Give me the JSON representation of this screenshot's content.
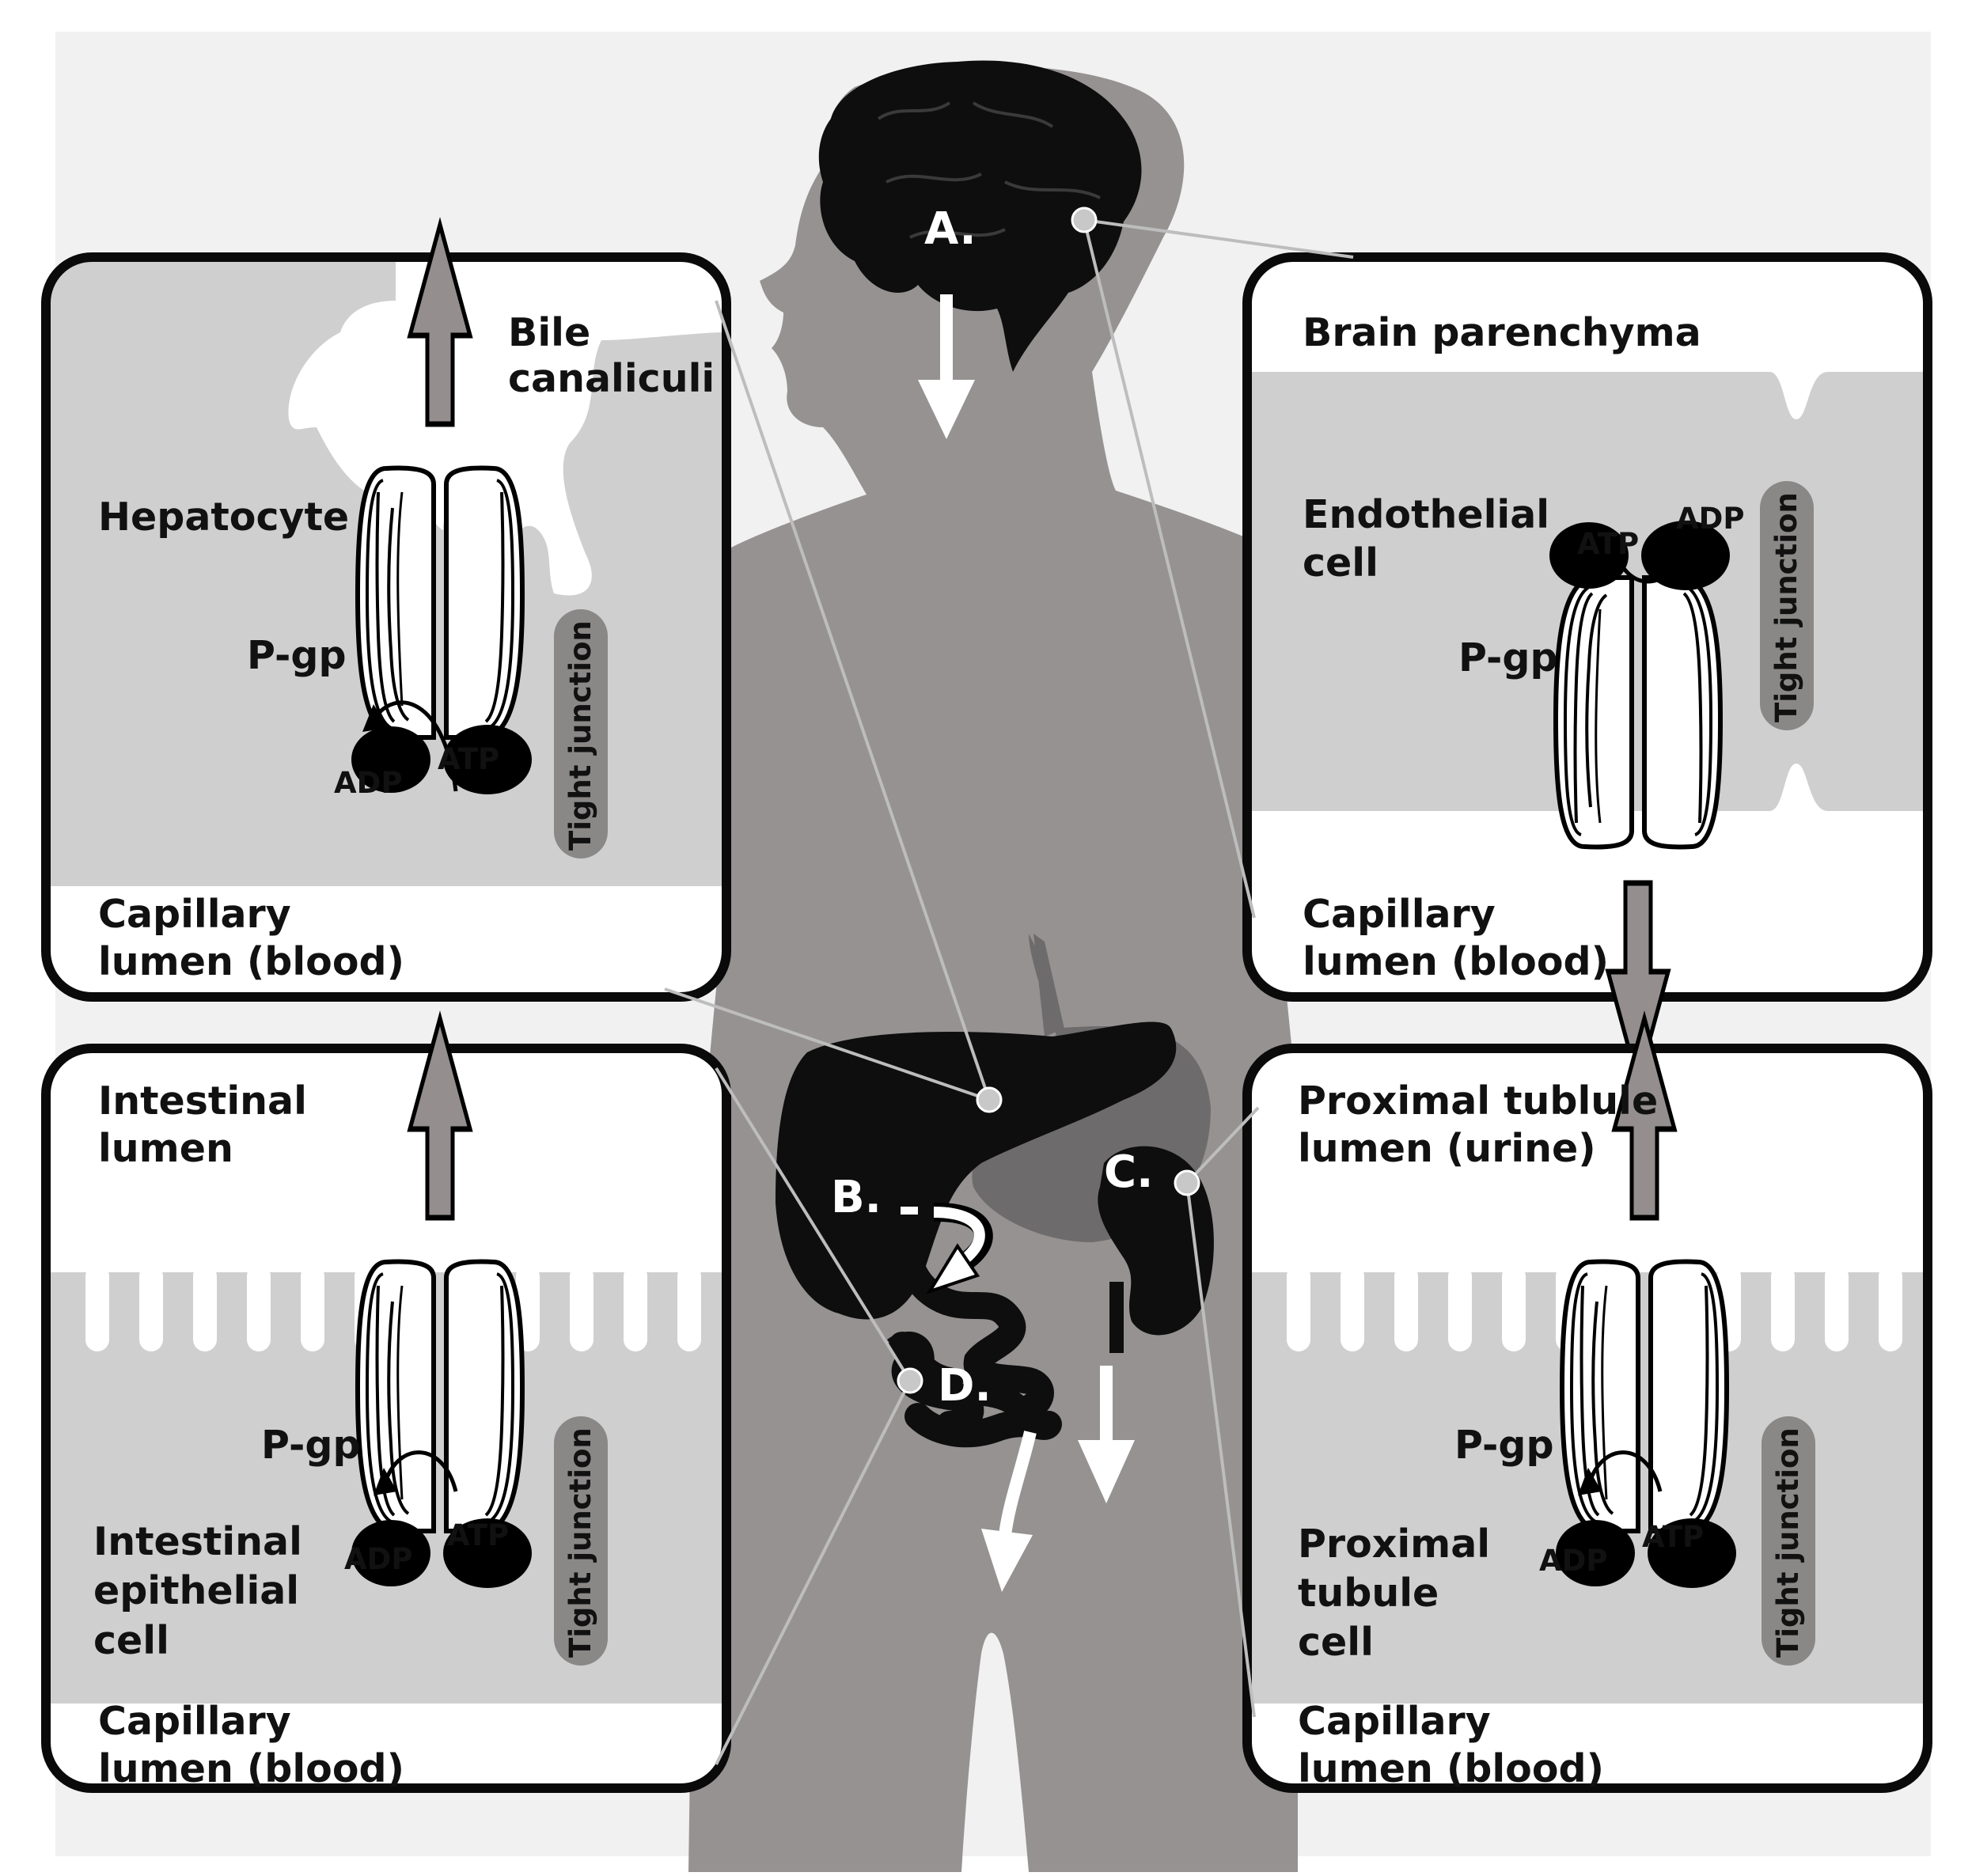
{
  "colors": {
    "background": "#f1f1f1",
    "body": "#969292",
    "organ": "#0e0e0e",
    "cell": "#cfcfcf",
    "panel_border": "#0a0a0a",
    "arrow": "#948e8e",
    "connector": "#bdbdbd",
    "tight_junction": "#8a8787"
  },
  "markers": {
    "a": "A.",
    "b": "B.",
    "c": "C.",
    "d": "D."
  },
  "panels": {
    "liver": {
      "top": "Bile",
      "top2": "canaliculi",
      "cell": "Hepatocyte",
      "transporter": "P-gp",
      "adp": "ADP",
      "atp": "ATP",
      "junction": "Tight junction",
      "bottom": "Capillary",
      "bottom2": "lumen (blood)"
    },
    "brain": {
      "top": "Brain parenchyma",
      "cell": "Endothelial",
      "cell2": "cell",
      "transporter": "P-gp",
      "adp": "ADP",
      "atp": "ATP",
      "junction": "Tight junction",
      "bottom": "Capillary",
      "bottom2": "lumen (blood)"
    },
    "intestine": {
      "top": "Intestinal",
      "top2": "lumen",
      "cell": "Intestinal",
      "cell2": "epithelial",
      "cell3": "cell",
      "transporter": "P-gp",
      "adp": "ADP",
      "atp": "ATP",
      "junction": "Tight junction",
      "bottom": "Capillary",
      "bottom2": "lumen (blood)"
    },
    "kidney": {
      "top": "Proximal tublule",
      "top2": "lumen (urine)",
      "cell": "Proximal",
      "cell2": "tubule",
      "cell3": "cell",
      "transporter": "P-gp",
      "adp": "ADP",
      "atp": "ATP",
      "junction": "Tight junction",
      "bottom": "Capillary",
      "bottom2": "lumen (blood)"
    }
  }
}
